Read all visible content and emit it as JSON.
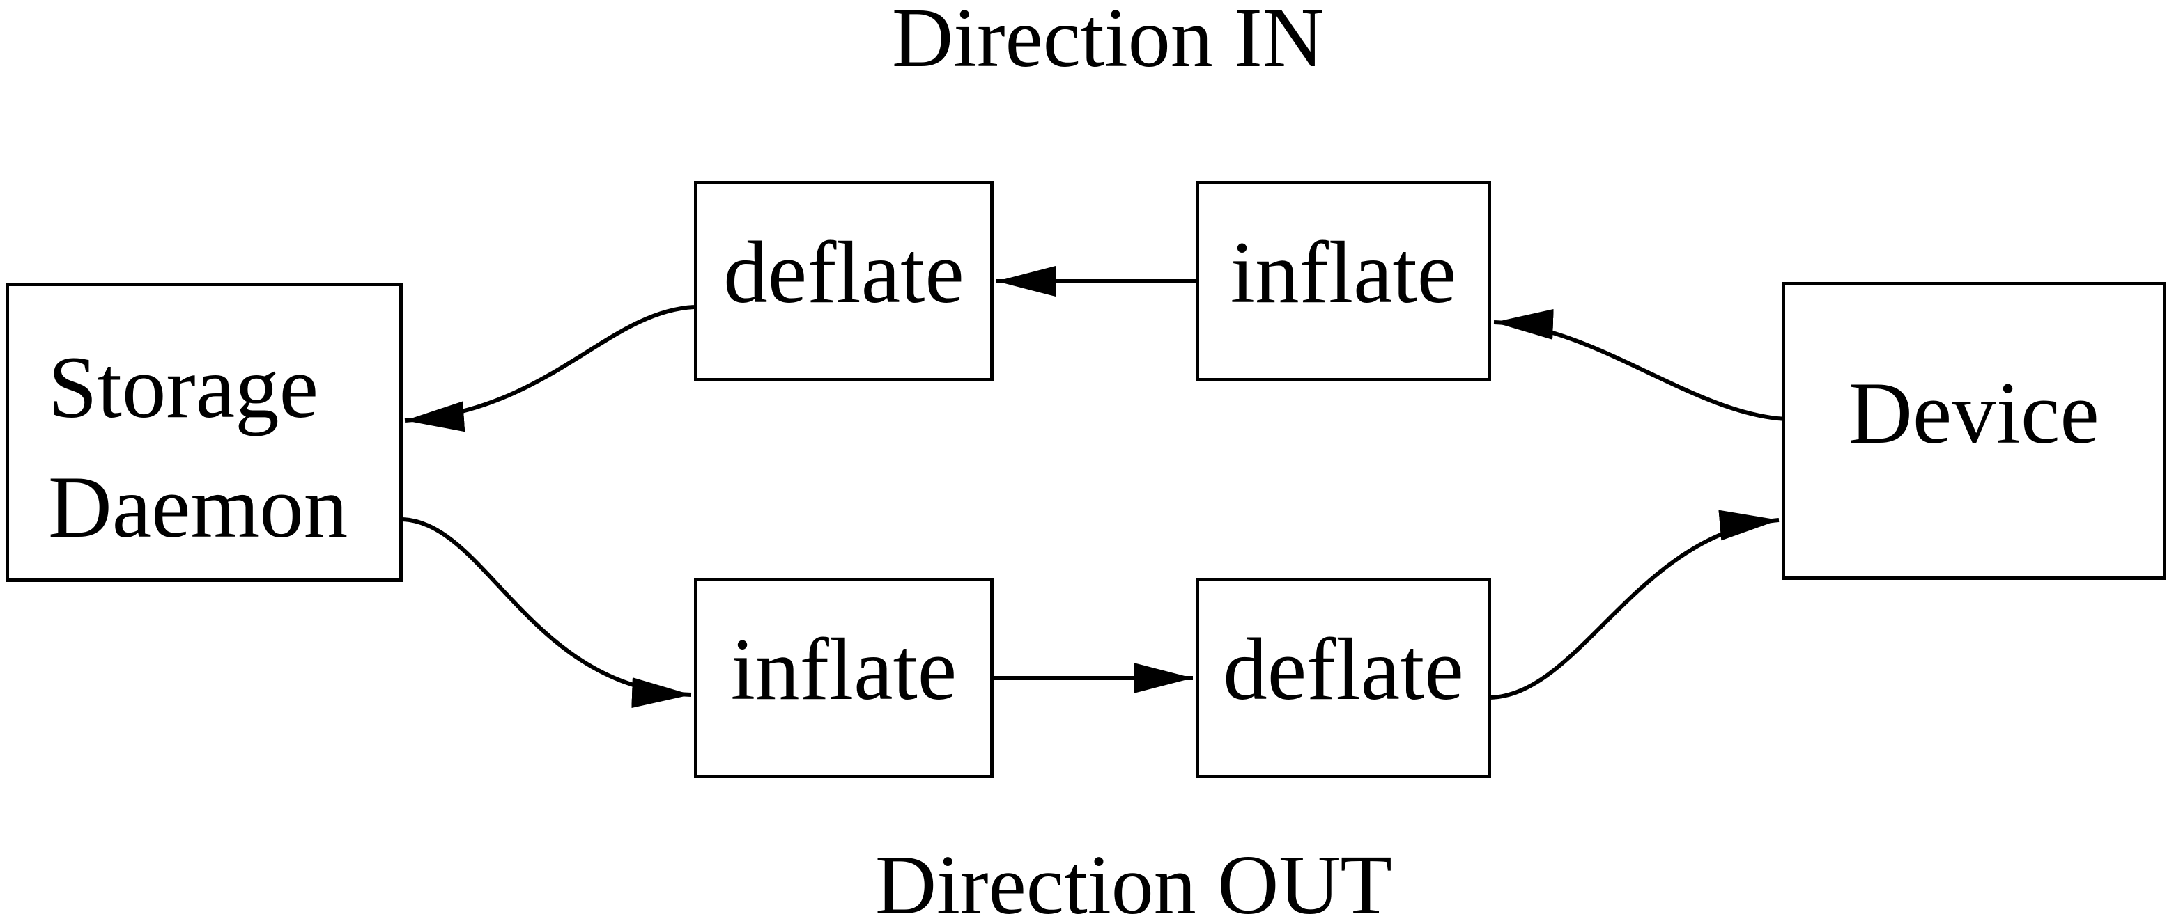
{
  "diagram": {
    "title_top": "Direction IN",
    "title_bottom": "Direction OUT",
    "nodes": {
      "storage_daemon": {
        "label": "Storage\nDaemon"
      },
      "deflate_in": {
        "label": "deflate"
      },
      "inflate_in": {
        "label": "inflate"
      },
      "device": {
        "label": "Device"
      },
      "inflate_out": {
        "label": "inflate"
      },
      "deflate_out": {
        "label": "deflate"
      }
    },
    "edges": [
      {
        "from": "device",
        "to": "inflate_in",
        "direction": "IN"
      },
      {
        "from": "inflate_in",
        "to": "deflate_in",
        "direction": "IN"
      },
      {
        "from": "deflate_in",
        "to": "storage_daemon",
        "direction": "IN"
      },
      {
        "from": "storage_daemon",
        "to": "inflate_out",
        "direction": "OUT"
      },
      {
        "from": "inflate_out",
        "to": "deflate_out",
        "direction": "OUT"
      },
      {
        "from": "deflate_out",
        "to": "device",
        "direction": "OUT"
      }
    ],
    "colors": {
      "stroke": "#000000",
      "background": "#ffffff"
    }
  }
}
